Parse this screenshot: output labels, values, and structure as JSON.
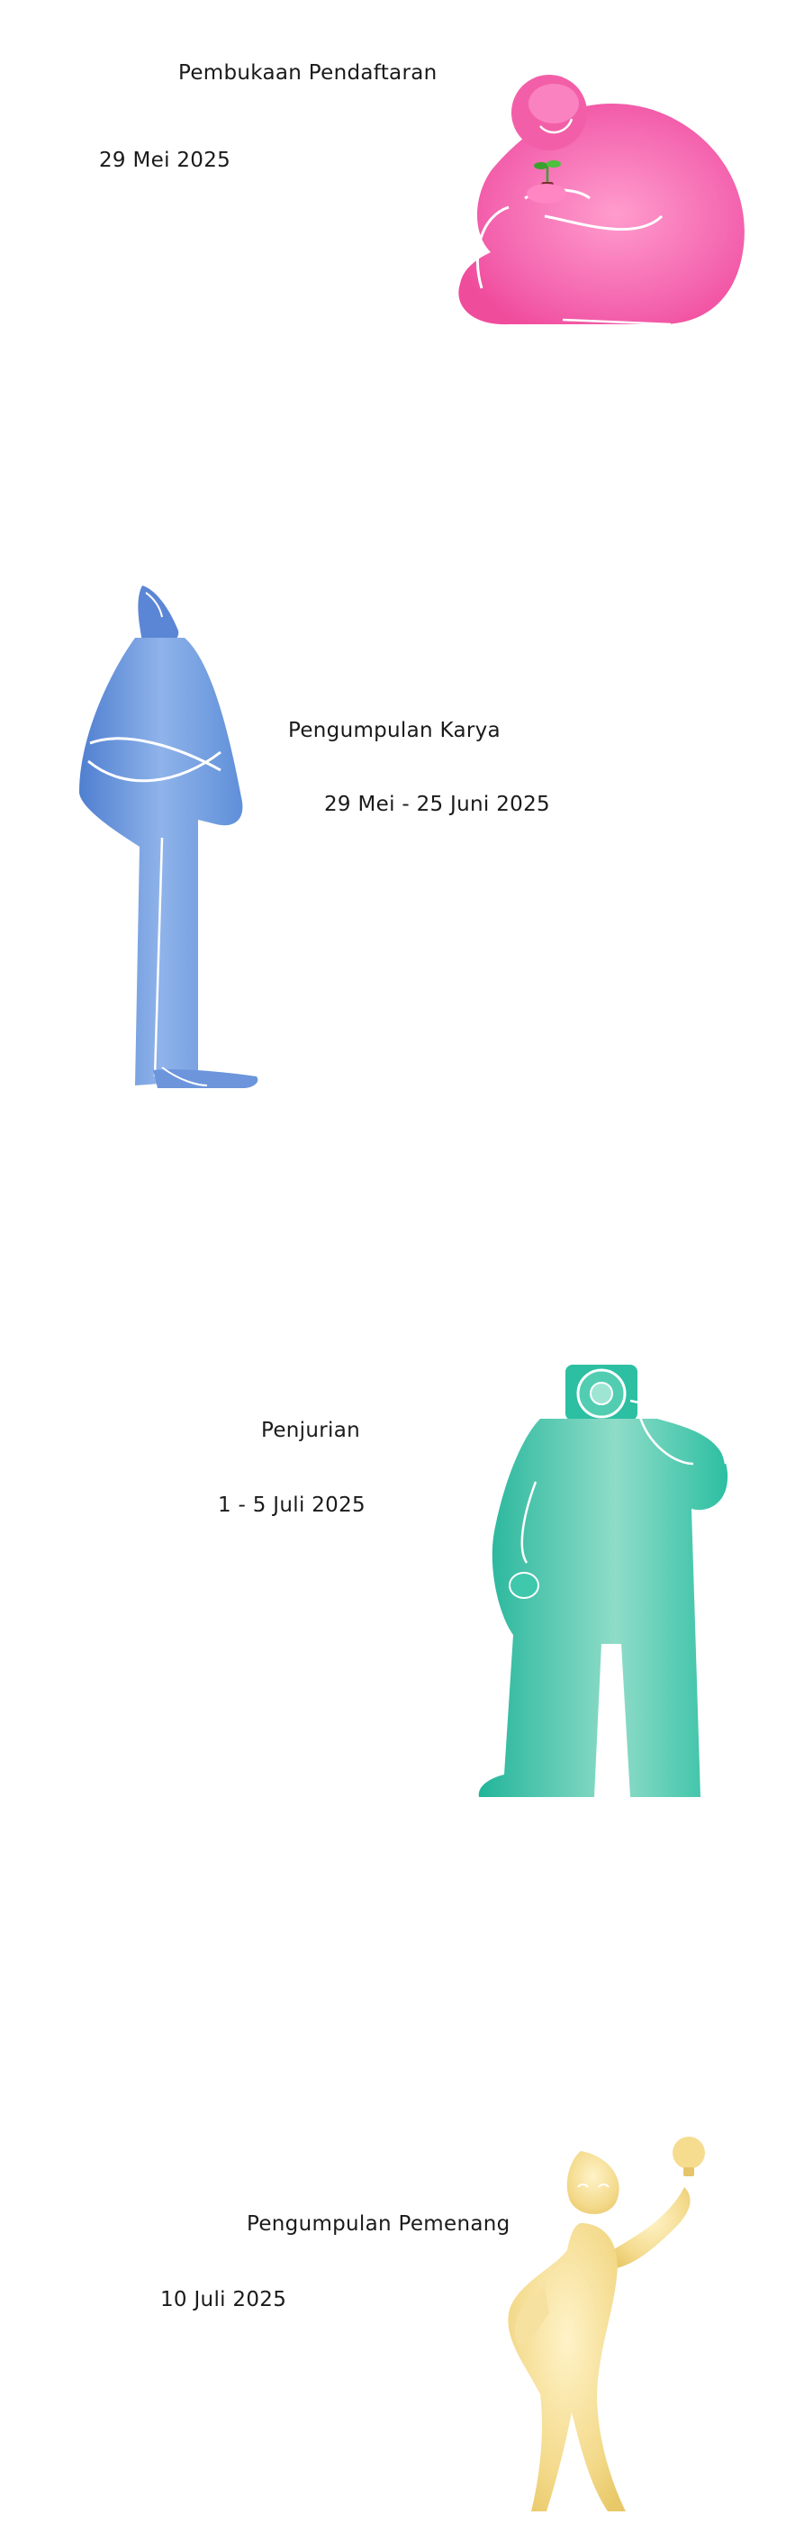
{
  "timeline": [
    {
      "stage": "Pembukaan Pendaftaran",
      "date": "29 Mei 2025",
      "illustration": "sitting-figure-with-seedling",
      "color": "#f25fa8"
    },
    {
      "stage": "Pengumpulan Karya",
      "date": "29 Mei - 25 Juni 2025",
      "illustration": "standing-figure-arms-crossed",
      "color": "#5b86d6"
    },
    {
      "stage": "Penjurian",
      "date": "1 - 5 Juli 2025",
      "illustration": "figure-with-camera-head",
      "color": "#2fbfa4"
    },
    {
      "stage": "Pengumpulan Pemenang",
      "date": "10 Juli 2025",
      "illustration": "figure-holding-lightbulb",
      "color": "#f3d98a"
    }
  ]
}
